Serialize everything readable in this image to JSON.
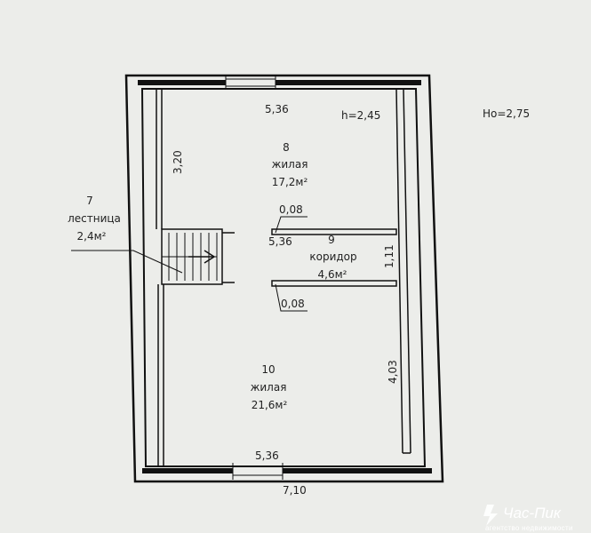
{
  "plan": {
    "height_floor": "h=2,45",
    "height_outer": "Ho=2,75",
    "dim_top_inner": "5,36",
    "dim_bottom_inner": "5,36",
    "dim_bottom_outer": "7,10",
    "dim_left": "3,20",
    "dim_right_lower": "4,03",
    "dim_corridor_right": "1,11",
    "dim_corridor_width": "5,36",
    "dim_partition_top": "0,08",
    "dim_partition_bottom": "0,08"
  },
  "rooms": [
    {
      "number": "7",
      "name": "лестница",
      "area": "2,4м²"
    },
    {
      "number": "8",
      "name": "жилая",
      "area": "17,2м²"
    },
    {
      "number": "9",
      "name": "коридор",
      "area": "4,6м²"
    },
    {
      "number": "10",
      "name": "жилая",
      "area": "21,6м²"
    }
  ],
  "watermark": {
    "brand": "Час-Пик",
    "tagline": "агентство недвижимости"
  }
}
